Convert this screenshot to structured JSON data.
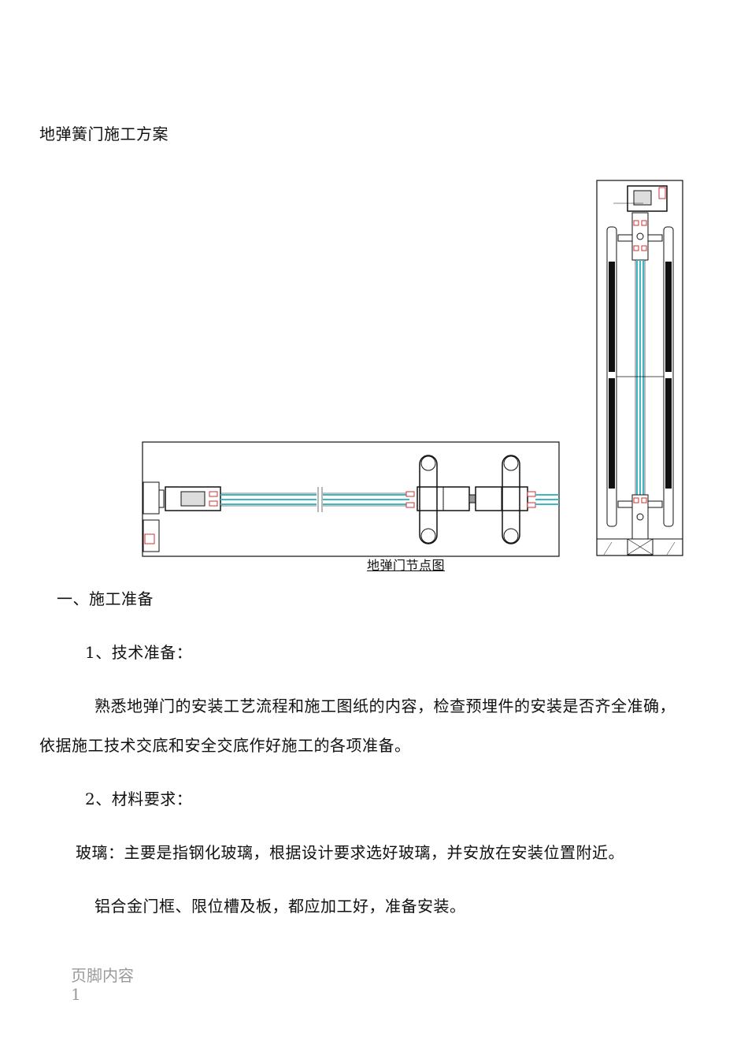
{
  "document": {
    "title": "地弹簧门施工方案",
    "figure_caption": "地弹门节点图",
    "section_1": {
      "heading": "一、施工准备",
      "sub_1": {
        "heading": "1、技术准备：",
        "para_line1": "熟悉地弹门的安装工艺流程和施工图纸的内容，检查预埋件的安装是否齐全准确，",
        "para_line2": "依据施工技术交底和安全交底作好施工的各项准备。"
      },
      "sub_2": {
        "heading": "2、材料要求：",
        "para_glass": "玻璃：主要是指钢化玻璃，根据设计要求选好玻璃，并安放在安装位置附近。",
        "para_frame": "铝合金门框、限位槽及板，都应加工好，准备安装。"
      }
    },
    "footer": "页脚内容1"
  },
  "colors": {
    "glass": "#3fb6c4",
    "seal": "#d23030",
    "line": "#111111"
  }
}
